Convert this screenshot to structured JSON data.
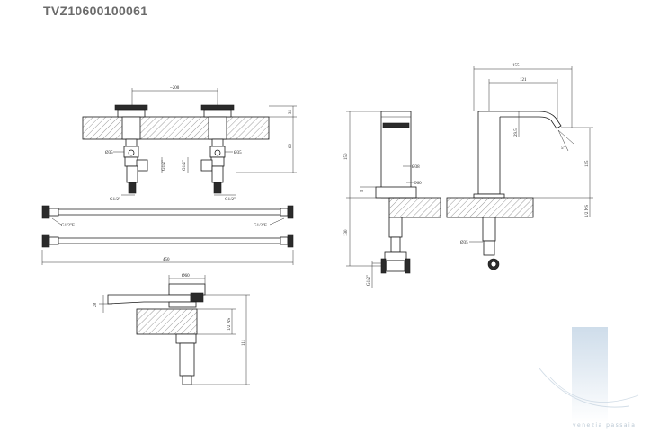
{
  "title": "TVZ10600100061",
  "colors": {
    "ink": "#1a1a1a",
    "title": "#6b6b6b",
    "watermark": "#c9d9e8"
  },
  "dims": {
    "top_spacing": "~200",
    "top_height_small": "32",
    "top_height": "60",
    "d35_left": "Ø35",
    "d35_right": "Ø35",
    "g12_left_v": "G1/2\"",
    "g12_right_v": "G1/2\"",
    "g12_left_h": "G1/2\"",
    "g12_right_h": "G1/2\"",
    "hose_left_thread": "G1/2\"F",
    "hose_right_thread": "G1/2\"F",
    "hose_length": "450",
    "front_body_height": "150",
    "front_d38": "Ø38",
    "front_d60": "Ø60",
    "front_small": "5",
    "front_lower": "130",
    "front_g12": "G1/2\"",
    "side_total": "155",
    "side_reach": "121",
    "side_spout": "29.5",
    "side_angle": "5°",
    "side_height": "125",
    "side_thread": "1/2 NS",
    "side_d35": "Ø35",
    "bottom_d60": "Ø60",
    "bottom_small": "28",
    "bottom_thread": "1/2 NS",
    "bottom_total": "111"
  },
  "watermark": {
    "text": "venezia passaia"
  }
}
